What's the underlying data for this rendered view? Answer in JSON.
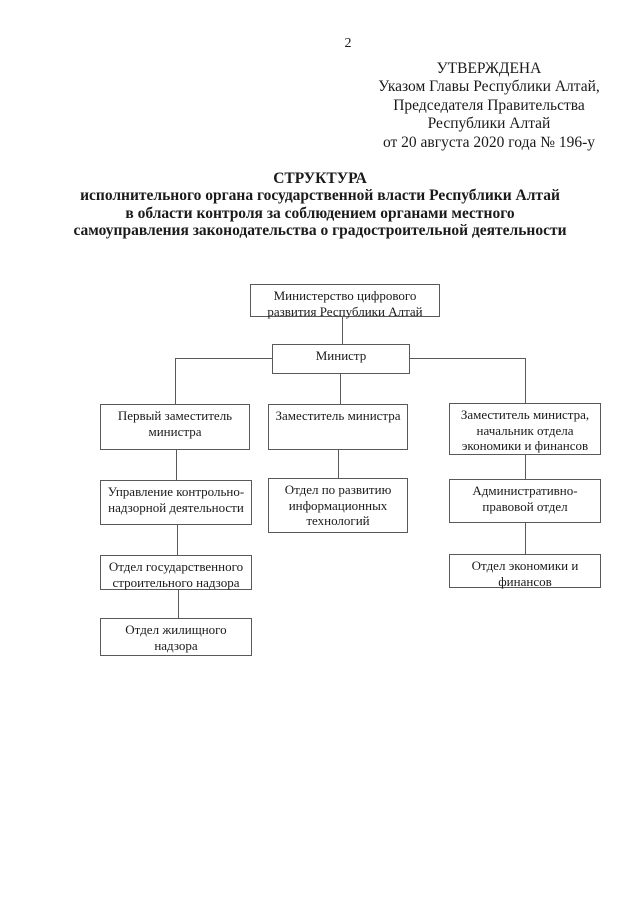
{
  "page": {
    "number": "2",
    "approval": {
      "lines": [
        "УТВЕРЖДЕНА",
        "Указом Главы Республики Алтай,",
        "Председателя Правительства",
        "Республики Алтай",
        "от 20 августа 2020 года № 196-у"
      ]
    },
    "title": {
      "heading": "СТРУКТУРА",
      "subtitle_lines": [
        "исполнительного органа государственной власти Республики Алтай",
        "в области контроля за соблюдением органами местного",
        "самоуправления законодательства о градостроительной деятельности"
      ]
    }
  },
  "org_chart": {
    "nodes": [
      {
        "id": "ministry",
        "label": "Министерство цифрового развития Республики Алтай"
      },
      {
        "id": "minister",
        "label": "Министр"
      },
      {
        "id": "first-deputy",
        "label": "Первый заместитель министра"
      },
      {
        "id": "deputy",
        "label": "Заместитель министра"
      },
      {
        "id": "deputy-econ",
        "label": "Заместитель министра, начальник отдела экономики и финансов"
      },
      {
        "id": "control-dept",
        "label": "Управление контрольно-надзорной деятельности"
      },
      {
        "id": "it-dept",
        "label": "Отдел по развитию информационных технологий"
      },
      {
        "id": "admin-legal-dept",
        "label": "Административно-правовой отдел"
      },
      {
        "id": "construction-dept",
        "label": "Отдел государственного строительного надзора"
      },
      {
        "id": "economy-dept",
        "label": "Отдел экономики и финансов"
      },
      {
        "id": "housing-dept",
        "label": "Отдел жилищного надзора"
      }
    ],
    "edges": [
      {
        "from": "ministry",
        "to": "minister"
      },
      {
        "from": "minister",
        "to": "first-deputy"
      },
      {
        "from": "minister",
        "to": "deputy"
      },
      {
        "from": "minister",
        "to": "deputy-econ"
      },
      {
        "from": "first-deputy",
        "to": "control-dept"
      },
      {
        "from": "deputy",
        "to": "it-dept"
      },
      {
        "from": "deputy-econ",
        "to": "admin-legal-dept"
      },
      {
        "from": "control-dept",
        "to": "construction-dept"
      },
      {
        "from": "admin-legal-dept",
        "to": "economy-dept"
      },
      {
        "from": "construction-dept",
        "to": "housing-dept"
      }
    ]
  },
  "colors": {
    "background": "#ffffff",
    "text": "#1a1a1a",
    "box_border": "#595959",
    "connector": "#595959"
  }
}
